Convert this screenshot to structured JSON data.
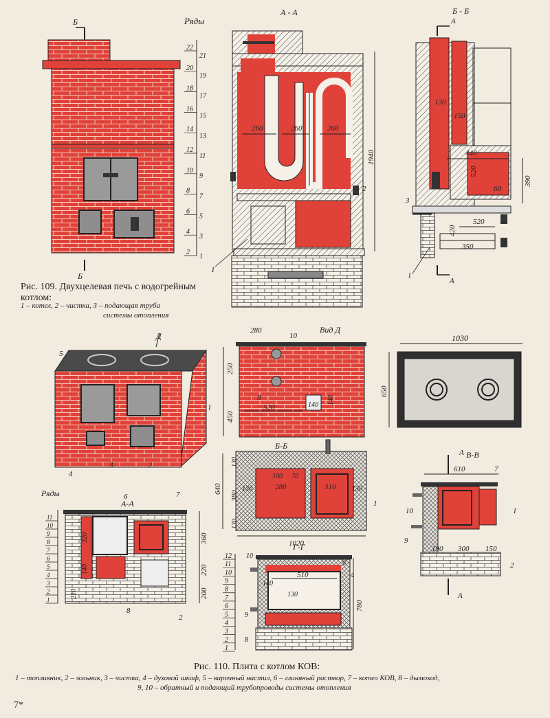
{
  "fig109": {
    "rows_title": "Ряды",
    "rows": [
      "22",
      "21",
      "20",
      "19",
      "18",
      "17",
      "16",
      "15",
      "14",
      "13",
      "12",
      "11",
      "10",
      "9",
      "8",
      "7",
      "6",
      "5",
      "4",
      "3",
      "2",
      "1"
    ],
    "section_aa": "А - А",
    "section_bb": "Б - Б",
    "cut_b": "Б",
    "cut_a": "А",
    "dims": {
      "d260a": "260",
      "d260b": "260",
      "d260c": "260",
      "d1940": "1940",
      "d130": "130",
      "d150": "150",
      "d440": "440",
      "d520": "520",
      "d60": "60",
      "d390": "390",
      "d420": "420",
      "d520b": "520",
      "d350": "350"
    },
    "callouts": {
      "c1": "1",
      "c2": "2",
      "c3": "3",
      "c1b": "1"
    },
    "caption_title": "Рис. 109. Двухцелевая печь с водогрейным котлом:",
    "caption_legend_1": "1 – котел,   2 – чистка,   3 – подающая   труба",
    "caption_legend_2": "системы отопления"
  },
  "fig110": {
    "view_d": "Вид Д",
    "arrow_d": "Д",
    "section_aa": "А-А",
    "section_bb": "Б-Б",
    "section_vv": "В-В",
    "section_gg": "Г-Г",
    "rows_title": "Ряды",
    "rows_left": [
      "11",
      "10",
      "9",
      "8",
      "7",
      "6",
      "5",
      "4",
      "3",
      "2",
      "1"
    ],
    "rows_bottom": [
      "12",
      "11",
      "10",
      "9",
      "8",
      "7",
      "6",
      "5",
      "4",
      "3",
      "2",
      "1"
    ],
    "dims": {
      "d280": "280",
      "d250": "250",
      "d450": "450",
      "d520": "520",
      "d140a": "140",
      "d140b": "140",
      "d1030": "1030",
      "d650": "650",
      "d130t": "130",
      "d640": "640",
      "d380": "380",
      "d130b": "130",
      "d130l": "130",
      "d100": "100",
      "d70": "70",
      "d280b": "280",
      "d310": "310",
      "d130r": "130",
      "d1020": "1020",
      "d610": "610",
      "d190": "190",
      "d300": "300",
      "d150": "150",
      "d360": "360",
      "d220": "220",
      "d200": "200",
      "d210": "210",
      "d320": "320",
      "d140c": "140",
      "d140d": "140",
      "d510": "510",
      "d130g": "130",
      "d780": "780"
    },
    "callouts": {
      "c5": "5",
      "c1": "1",
      "c4": "4",
      "c3": "3",
      "c2": "2",
      "c10": "10",
      "c9": "9",
      "c6": "6",
      "c7": "7",
      "c8": "8",
      "c2b": "2",
      "c1b": "1",
      "c10b": "10",
      "c9b": "9",
      "c7b": "7",
      "c1c": "1",
      "c2c": "2",
      "c10c": "10",
      "c6b": "6",
      "c4b": "4",
      "c9c": "9",
      "c8b": "8"
    },
    "caption_title": "Рис. 110. Плита с котлом КОВ:",
    "caption_legend_1": "1 – топливник, 2 – зольник, 3 – чистка, 4 – духовой шкаф, 5 – варочный настил, 6 – глиняный раствор, 7 – котел КОВ, 8 – дымоход,",
    "caption_legend_2": "9, 10 – обратный и подающий трубопроводы системы отопления"
  },
  "page_number": "7*",
  "colors": {
    "brick": "#e0423a",
    "mortar": "#f3d9cf",
    "ink": "#222222",
    "paper": "#f1ebe0"
  }
}
